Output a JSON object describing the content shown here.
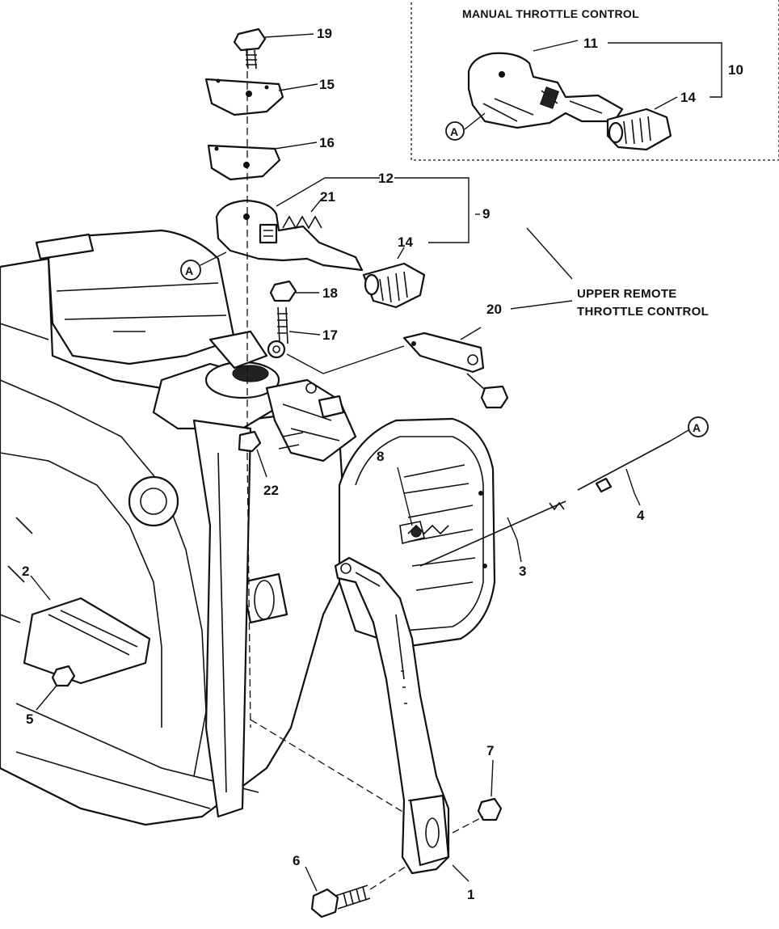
{
  "diagram": {
    "inset_title": "MANUAL THROTTLE CONTROL",
    "remote_title_line1": "UPPER REMOTE",
    "remote_title_line2": "THROTTLE CONTROL",
    "callouts": {
      "p1": "1",
      "p2": "2",
      "p3": "3",
      "p4": "4",
      "p5": "5",
      "p6": "6",
      "p7": "7",
      "p8": "8",
      "p9": "9",
      "p10": "10",
      "p11": "11",
      "p12": "12",
      "p14a": "14",
      "p14b": "14",
      "p15": "15",
      "p16": "16",
      "p17": "17",
      "p18": "18",
      "p19": "19",
      "p20": "20",
      "p21": "21",
      "p22": "22"
    },
    "refs": {
      "a1": "A",
      "a2": "A",
      "a3": "A"
    }
  }
}
